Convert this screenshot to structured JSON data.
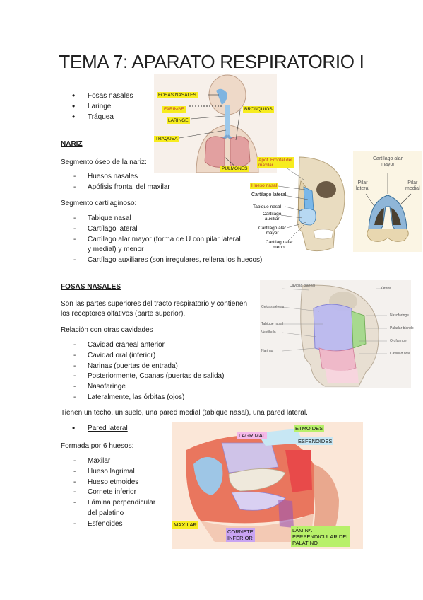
{
  "title": "TEMA 7: APARATO RESPIRATORIO I",
  "intro_list": [
    "Fosas nasales",
    "Laringe",
    "Tráquea"
  ],
  "nariz": {
    "heading": "NARIZ",
    "oseo_label": "Segmento óseo de la nariz:",
    "oseo_items": [
      "Huesos nasales",
      "Apófisis frontal del maxilar"
    ],
    "cart_label": "Segmento cartilaginoso:",
    "cart_items": [
      "Tabique nasal",
      "Cartílago lateral",
      "Cartílago alar mayor (forma de U con pilar lateral",
      "y medial) y menor",
      "Cartílago auxiliares (son irregulares, rellena los huecos)"
    ]
  },
  "fosas": {
    "heading": "FOSAS NASALES",
    "desc1": "Son las partes superiores del tracto respiratorio y contienen",
    "desc2": "los receptores olfativos (parte superior).",
    "relacion_heading": "Relación con otras cavidades",
    "relacion_items": [
      "Cavidad craneal anterior",
      "Cavidad oral (inferior)",
      "Narinas (puertas de entrada)",
      "Posteriormente, Coanas (puertas de salida)",
      "Nasofaringe",
      "Lateralmente, las órbitas (ojos)"
    ],
    "techo": "Tienen un techo, un suelo, una pared medial (tabique nasal), una pared lateral.",
    "pared_lateral": "Pared lateral",
    "formada_pre": "Formada por ",
    "formada_u": "6 huesos",
    "formada_post": ":",
    "huesos": [
      "Maxilar",
      "Hueso lagrimal",
      "Hueso etmoides",
      "Cornete inferior",
      "Lámina perpendicular",
      "del palatino",
      "Esfenoides"
    ]
  },
  "fig1": {
    "fosas_nasales": "FOSAS NASALES",
    "faringe": "FARINGE",
    "laringe": "LARINGE",
    "traquea": "TRAQUEA",
    "bronquios": "BRONQUIOS",
    "pulmones": "PULMONES"
  },
  "fig2": {
    "apof1": "Apóf. Frontal del",
    "apof2": "maxilar",
    "hueso_nasal": "Hueso nasal",
    "cart_lateral": "Cartílago lateral",
    "tabique": "Tabique nasal",
    "aux1": "Cartílago",
    "aux2": "auxiliar",
    "alar1": "Cartílago alar",
    "alar2": "mayor",
    "menor1": "Cartílago alar",
    "menor2": "menor"
  },
  "fig3": {
    "top1": "Cartílago alar",
    "top2": "mayor",
    "pl1": "Pilar",
    "pl2": "lateral",
    "pm1": "Pilar",
    "pm2": "medial"
  },
  "fig4": {
    "l1": "Cavidad craneal",
    "l2": "Órbita",
    "l3": "Celdas aéreas",
    "l4": "Tabique nasal",
    "l5": "Nasofaringe",
    "l6": "Paladar blando",
    "l7": "Orofaringe",
    "l8": "Narinas",
    "l9": "Cavidad oral",
    "l10": "Vestíbulo"
  },
  "fig5": {
    "lagrimal": "LAGRIMAL",
    "etmoides": "ETMOIDES",
    "esfenoides": "ESFENOIDES",
    "maxilar": "MAXILAR",
    "cornete1": "CORNETE",
    "cornete2": "INFERIOR",
    "lamina1": "LÁMINA",
    "lamina2": "PERPENDICULAR DEL",
    "lamina3": "PALATINO"
  }
}
